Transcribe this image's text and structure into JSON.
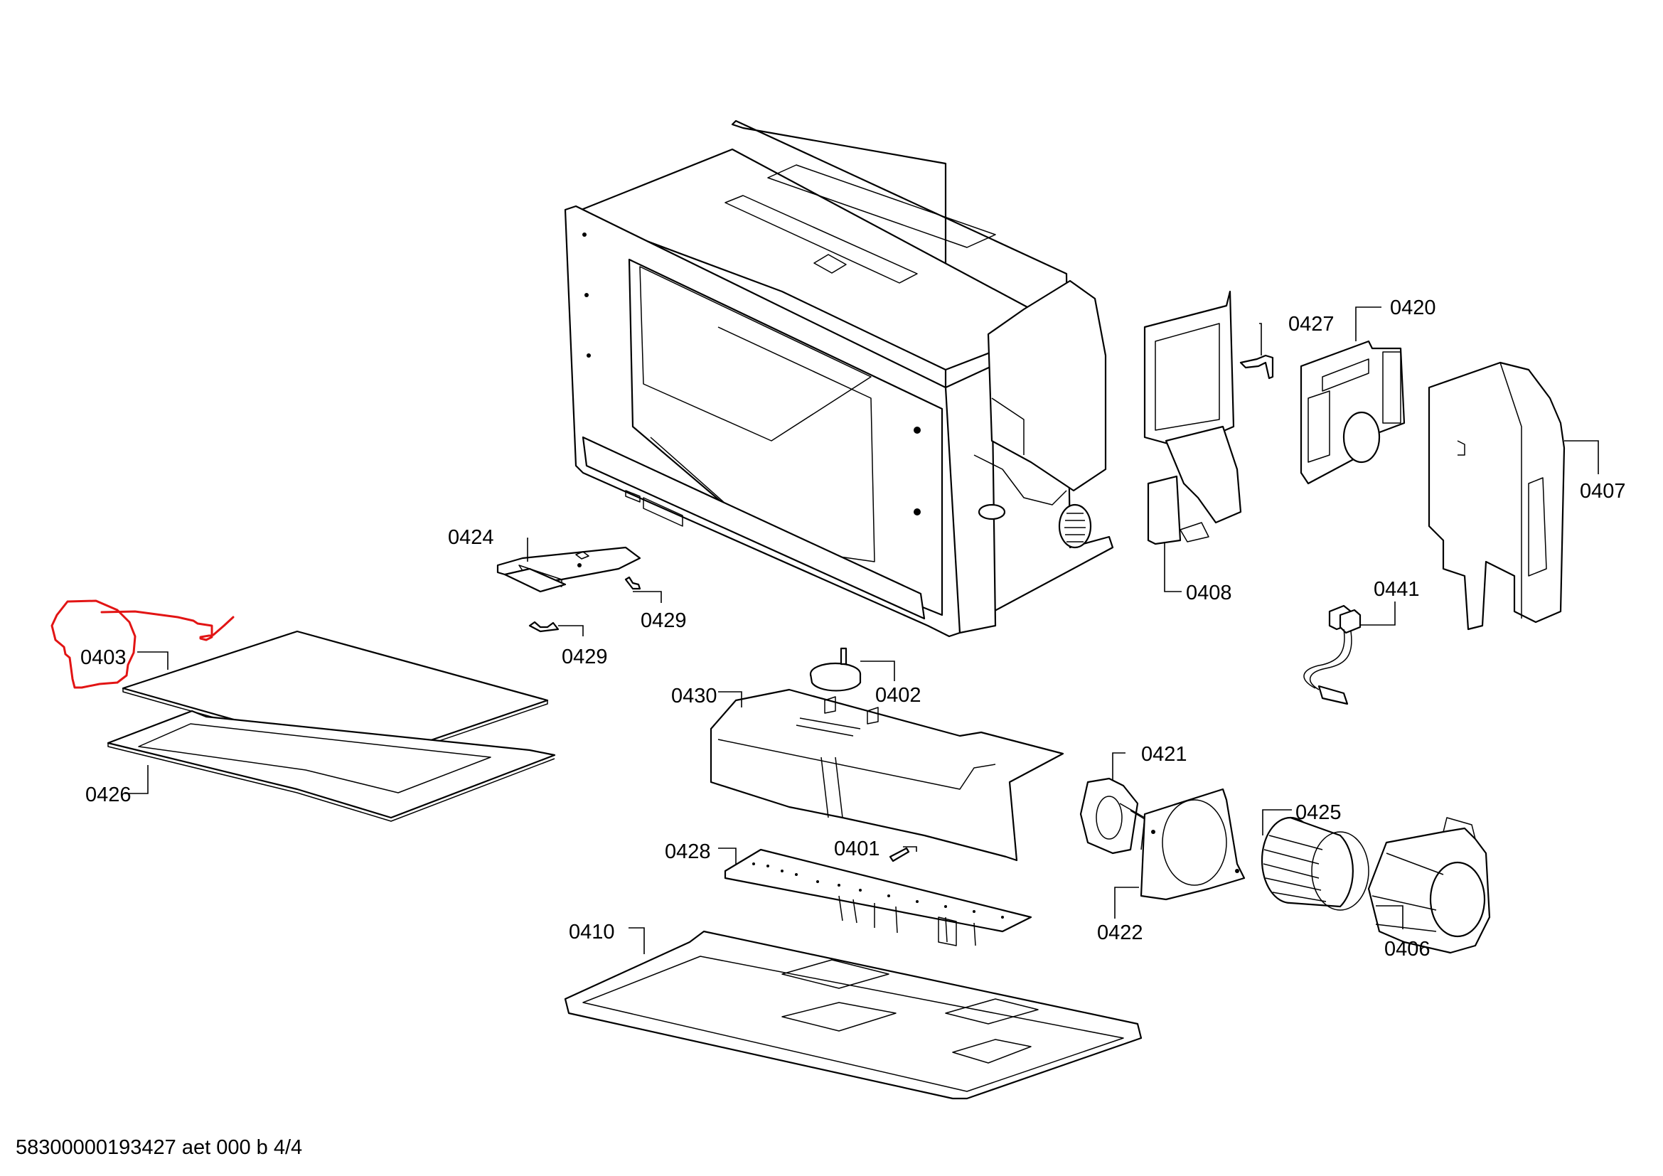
{
  "diagram": {
    "title_code": "58300000193427 aet 000 b 4/4",
    "callouts": [
      {
        "id": "0424",
        "part": "stirrer-cover-plate"
      },
      {
        "id": "0429",
        "part": "clip"
      },
      {
        "id": "0403",
        "part": "glass-plate"
      },
      {
        "id": "0426",
        "part": "bottom-tray-frame"
      },
      {
        "id": "0427",
        "part": "bracket"
      },
      {
        "id": "0420",
        "part": "power-module-board"
      },
      {
        "id": "0407",
        "part": "air-duct"
      },
      {
        "id": "0408",
        "part": "air-guide"
      },
      {
        "id": "0441",
        "part": "wiring-harness"
      },
      {
        "id": "0402",
        "part": "stirrer-motor"
      },
      {
        "id": "0430",
        "part": "cover-housing"
      },
      {
        "id": "0421",
        "part": "fan-motor"
      },
      {
        "id": "0425",
        "part": "fan-wheel"
      },
      {
        "id": "0422",
        "part": "motor-bracket"
      },
      {
        "id": "0406",
        "part": "fan-housing"
      },
      {
        "id": "0401",
        "part": "fuse"
      },
      {
        "id": "0428",
        "part": "control-board"
      },
      {
        "id": "0410",
        "part": "base-plate"
      }
    ],
    "labels": {
      "c0424": "0424",
      "c0429a": "0429",
      "c0429b": "0429",
      "c0403": "0403",
      "c0426": "0426",
      "c0427": "0427",
      "c0420": "0420",
      "c0407": "0407",
      "c0408": "0408",
      "c0441": "0441",
      "c0402": "0402",
      "c0430": "0430",
      "c0421": "0421",
      "c0425": "0425",
      "c0422": "0422",
      "c0406": "0406",
      "c0401": "0401",
      "c0428": "0428",
      "c0410": "0410"
    },
    "annotation": {
      "type": "hand-drawn-circle",
      "target": "0403",
      "color": "#e21414"
    },
    "colors": {
      "line": "#000000",
      "background": "#ffffff"
    }
  }
}
